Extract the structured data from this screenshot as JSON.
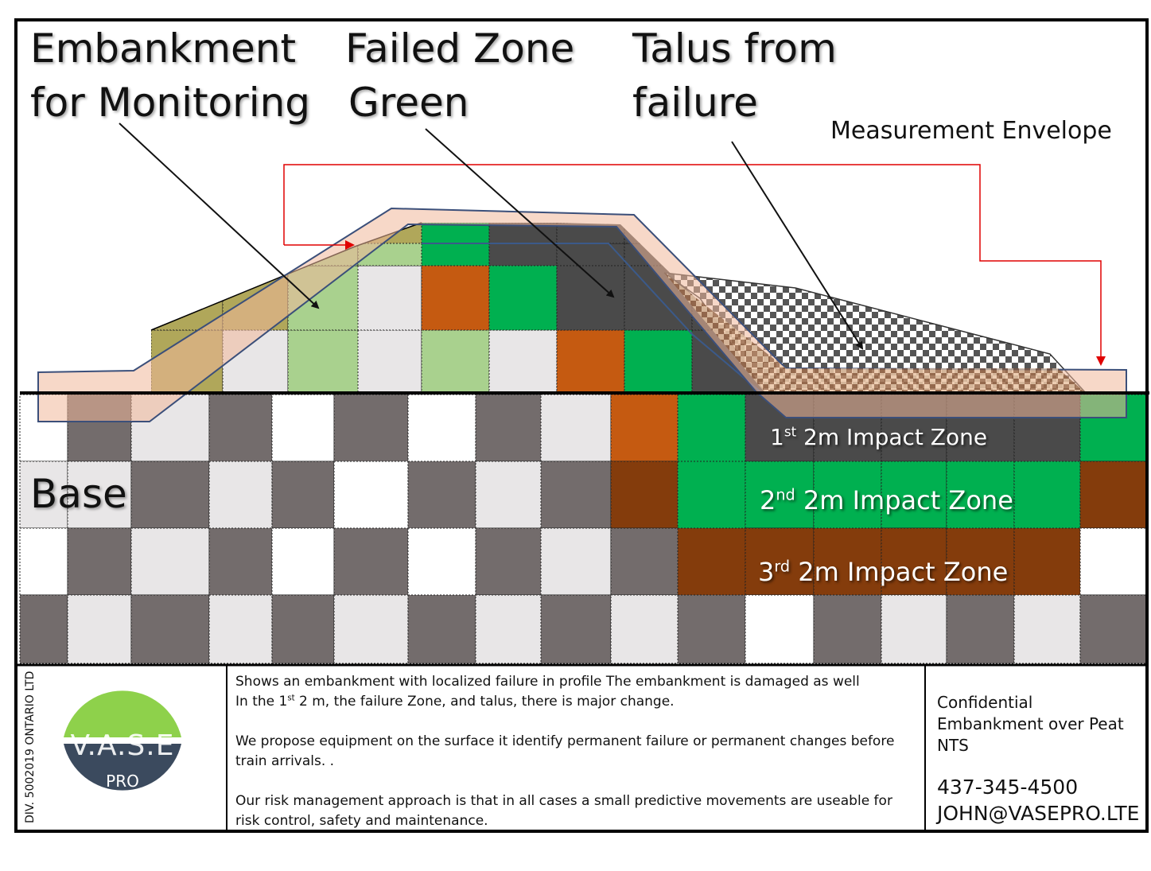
{
  "labels": {
    "embankment_line1": "Embankment",
    "embankment_line2": "for Monitoring",
    "failed_line1": "Failed Zone",
    "failed_line2": "Green",
    "talus_line1": "Talus from",
    "talus_line2": "failure",
    "envelope": "Measurement  Envelope",
    "base": "Base"
  },
  "zones": [
    {
      "sup": "st",
      "ordinal": "1",
      "text": " 2m Impact Zone"
    },
    {
      "sup": "nd",
      "ordinal": "2",
      "text": " 2m Impact Zone"
    },
    {
      "sup": "rd",
      "ordinal": "3",
      "text": "  2m Impact Zone"
    }
  ],
  "title_block": {
    "vertical_text": "DIV. 5002019 ONTARIO LTD",
    "logo_name": "V.A.S.E",
    "logo_sub": "PRO",
    "desc_line1": "Shows an embankment with localized failure in profile The embankment  is damaged as well",
    "desc_line2_pre": "In the 1",
    "desc_line2_sup": "st",
    "desc_line2_post": " 2 m, the failure Zone, and talus, there is major change.",
    "desc_para2": "We propose equipment  on the surface it identify  permanent failure or permanent changes before train arrivals. .",
    "desc_para3": "Our risk management approach  is that in all cases a small predictive movements are useable for risk control, safety and maintenance.",
    "confidential": "Confidential",
    "project": "Embankment over Peat",
    "scale": "NTS",
    "phone": "437-345-4500",
    "email": "JOHN@VASEPRO.LTE"
  },
  "colors": {
    "dark_grey": "#736c6c",
    "light_grey": "#e8e6e7",
    "white": "#ffffff",
    "green": "#00b050",
    "light_green": "#a9d18e",
    "orange": "#c55a11",
    "brown": "#843c0c",
    "charcoal": "#4a4a4a",
    "olive": "#b0a75a",
    "peach": "#f4b183",
    "envelope_red": "#e00000",
    "logo_green": "#8ed14b",
    "logo_navy": "#3b4a5e"
  }
}
